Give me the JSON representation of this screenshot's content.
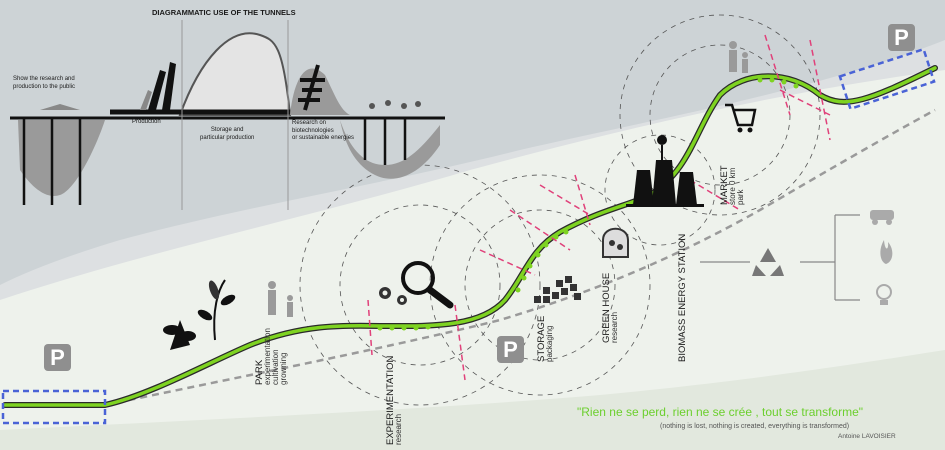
{
  "diagram_title": "DIAGRAMMATIC USE OF THE TUNNELS",
  "section_labels": {
    "show": [
      "Show the research and",
      "production to the public"
    ],
    "production": "Production",
    "storage": [
      "Storage and",
      "particular production"
    ],
    "research": [
      "Research on",
      "biotechnologies",
      "or sustainable energies"
    ]
  },
  "parking_label": "P",
  "stations": {
    "park": {
      "title": "PARK",
      "lines": [
        "experimentation",
        "cultivation",
        "growning"
      ]
    },
    "experimentation": {
      "title": "EXPERIMENTATION",
      "lines": [
        "research"
      ]
    },
    "storage": {
      "title": "STORAGE",
      "lines": [
        "packaging"
      ]
    },
    "green_house": {
      "title": "GREEN HOUSE",
      "lines": [
        "research"
      ]
    },
    "biomass": {
      "title": "BIOMASS ENERGY STATION",
      "lines": []
    },
    "market": {
      "title": "MARKET",
      "lines": [
        "store 0 km",
        "park"
      ]
    }
  },
  "quote": {
    "text": "\"Rien ne se perd, rien ne se crée , tout se transforme\"",
    "translation": "(nothing is lost, nothing is created, everything is transformed)",
    "author": "Antoine LAVOISIER"
  },
  "colors": {
    "route": "#7ed321",
    "dashed_box": "#4a63d6",
    "section_marks": "#e0417a",
    "quote": "#6ccf2e"
  }
}
